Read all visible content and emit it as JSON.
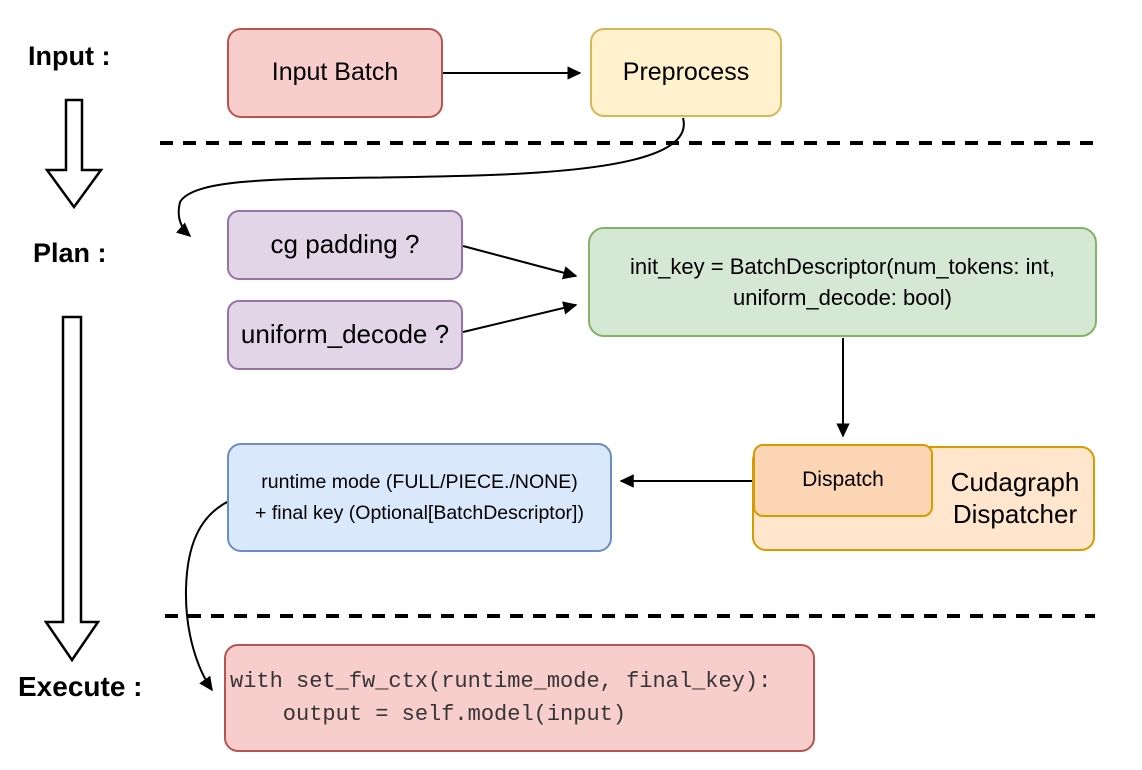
{
  "labels": {
    "input": "Input :",
    "plan": "Plan :",
    "execute": "Execute :"
  },
  "nodes": {
    "input_batch": {
      "label": "Input Batch",
      "fill": "#f8cecc",
      "stroke": "#b85450"
    },
    "preprocess": {
      "label": "Preprocess",
      "fill": "#fff2cc",
      "stroke": "#d6b656"
    },
    "cg_padding": {
      "label": "cg padding ?",
      "fill": "#e1d5e7",
      "stroke": "#9673a6"
    },
    "uniform_decode": {
      "label": "uniform_decode ?",
      "fill": "#e1d5e7",
      "stroke": "#9673a6"
    },
    "init_key": {
      "label": "init_key = BatchDescriptor(num_tokens: int,\nuniform_decode: bool)",
      "fill": "#d5e8d4",
      "stroke": "#82b366"
    },
    "dispatch": {
      "label": "Dispatch",
      "fill": "#fcd5b4",
      "stroke": "#d79b00"
    },
    "cudagraph_dispatcher": {
      "label": "Cudagraph\nDispatcher",
      "fill": "#ffe6cc",
      "stroke": "#d79b00"
    },
    "runtime_result": {
      "label": "runtime mode (FULL/PIECE./NONE)\n+ final key (Optional[BatchDescriptor])",
      "fill": "#dae8fc",
      "stroke": "#6c8ebf"
    },
    "execute_code": {
      "label": "with set_fw_ctx(runtime_mode, final_key):\n    output = self.model(input)",
      "fill": "#f8cecc",
      "stroke": "#b85450"
    }
  },
  "connector_color": "#000000"
}
